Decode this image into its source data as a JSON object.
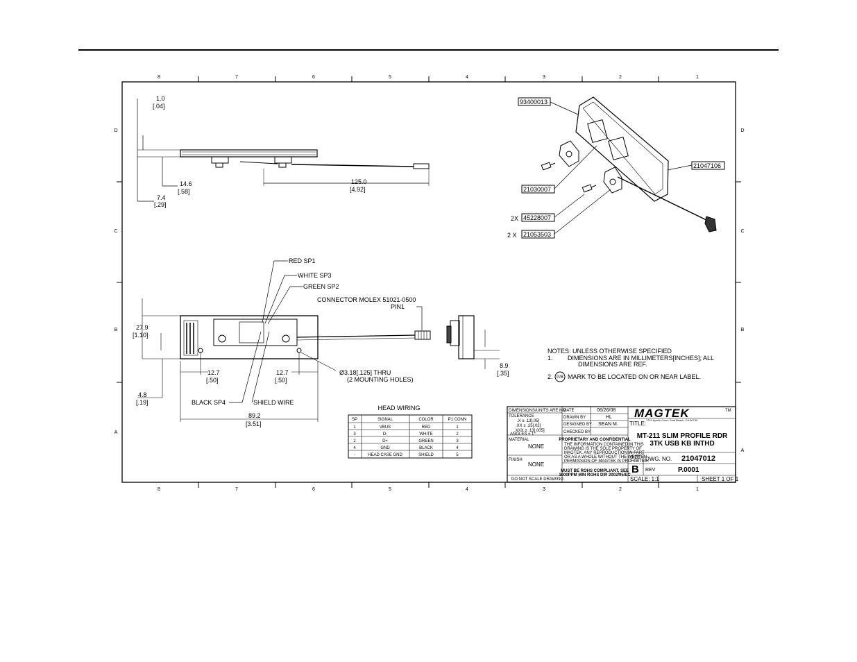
{
  "grid": {
    "cols_top": [
      "8",
      "7",
      "6",
      "5",
      "4",
      "3",
      "2",
      "1"
    ],
    "cols_bottom": [
      "8",
      "7",
      "6",
      "5",
      "4",
      "3",
      "2",
      "1"
    ],
    "rows_left": [
      "D",
      "C",
      "B",
      "A"
    ],
    "rows_right": [
      "D",
      "C",
      "B",
      "A"
    ]
  },
  "side_view": {
    "dim_thickness": "1.0",
    "dim_thickness_in": "[.04]",
    "dim_height": "14.6",
    "dim_height_in": "[.58]",
    "dim_offset": "7.4",
    "dim_offset_in": "[.29]",
    "dim_cable": "125.0",
    "dim_cable_in": "[4.92]"
  },
  "isometric": {
    "callouts": [
      {
        "qty": "",
        "part": "93400013"
      },
      {
        "qty": "",
        "part": "21047106"
      },
      {
        "qty": "",
        "part": "21030007"
      },
      {
        "qty": "2X",
        "part": "45228007"
      },
      {
        "qty": "2 X",
        "part": "21053503"
      }
    ]
  },
  "wiring_labels": {
    "red": "RED SP1",
    "white": "WHITE SP3",
    "green": "GREEN SP2",
    "black": "BLACK SP4",
    "shield": "SHIELD WIRE",
    "connector": "CONNECTOR MOLEX 51021-0500",
    "pin1": "PIN1"
  },
  "front_view": {
    "dim_height": "27.9",
    "dim_height_in": "[1.10]",
    "dim_bottom": "4.8",
    "dim_bottom_in": "[.19]",
    "dim_left_hole": "12.7",
    "dim_left_hole_in": "[.50]",
    "dim_right_hole": "12.7",
    "dim_right_hole_in": "[.50]",
    "dim_width": "89.2",
    "dim_width_in": "[3.51]",
    "hole_note_1": "Ø3.18[.125] THRU",
    "hole_note_2": "(2 MOUNTING HOLES)",
    "dim_connector": "8.9",
    "dim_connector_in": "[.35]"
  },
  "notes": {
    "title": "NOTES: UNLESS OTHERWISE SPECIFIED",
    "n1_num": "1.",
    "n1_line1": "DIMENSIONS ARE IN MILLIMETERS[INCHES]; ALL",
    "n1_line2": "DIMENSIONS ARE REF.",
    "n2_num": "2.",
    "n2_symbol": "P/B",
    "n2_text": "MARK TO BE LOCATED ON OR NEAR LABEL."
  },
  "head_wiring": {
    "title": "HEAD WIRING",
    "headers": [
      "SP",
      "SIGNAL",
      "COLOR",
      "P1 CONN"
    ],
    "rows": [
      [
        "1",
        "VBUS",
        "RED",
        "1"
      ],
      [
        "3",
        "D-",
        "WHITE",
        "2"
      ],
      [
        "2",
        "D+",
        "GREEN",
        "3"
      ],
      [
        "4",
        "GND",
        "BLACK",
        "4"
      ],
      [
        "-",
        "HEAD CASE GND",
        "SHIELD",
        "5"
      ]
    ]
  },
  "title_block": {
    "dim_units": "DIMENSIONS/UNITS ARE MM",
    "tolerance": "TOLERANCE",
    "tol_1": ".X  ± .13[.05]",
    "tol_2": ".XX  ± .25[.02]",
    "tol_3": ".XXX ± .13[.005]",
    "angles": "ANGLES ± 1°",
    "material_label": "MATERIAL",
    "material_value": "NONE",
    "finish_label": "FINISH",
    "finish_value": "NONE",
    "do_not_scale": "DO NOT SCALE DRAWING",
    "date_label": "DATE",
    "date_value": "06/26/08",
    "drawn_label": "DRAWN BY",
    "drawn_value": "HL",
    "designed_label": "DESIGNED BY",
    "designed_value": "SEAN M.",
    "checked_label": "CHECKED BY",
    "checked_value": "",
    "prop_title": "PROPRIETARY AND CONFIDENTIAL",
    "prop_1": "THE INFORMATION CONTAINED IN THIS",
    "prop_2": "DRAWING IS THE SOLE PROPERTY OF",
    "prop_3": "MAGTEK. ANY REPRODUCTION IN PART",
    "prop_4": "OR AS A WHOLE WITHOUT THE WRITTEN",
    "prop_5": "PERMISSION OF MAGTEK IS PROHIBITED.",
    "rohs_1": "MUST BE ROHS COMPLIANT, SEE",
    "rohs_2": "1000PPM MIN ROHS DIR 2002/95/EC",
    "logo": "MAGTEK",
    "logo_tm": "TM",
    "address": "1710 Apollo Court, Seal Beach, CA 90740",
    "title_label": "TITLE:",
    "title_line1": "MT-211 SLIM PROFILE RDR",
    "title_line2": "3TK USB KB INTHD",
    "size_label": "SIZE",
    "size_value": "B",
    "dwg_label": "DWG.  NO.",
    "dwg_value": "21047012",
    "rev_label": "REV",
    "rev_value": "P.0001",
    "scale": "SCALE: 1:1",
    "sheet": "SHEET 1 OF 1"
  }
}
